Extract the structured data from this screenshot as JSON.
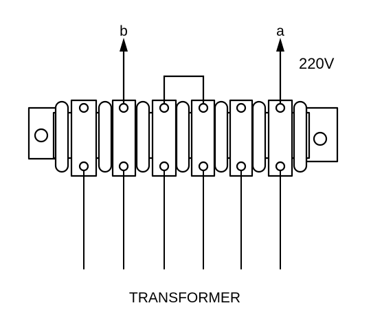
{
  "labels": {
    "terminal_b": "b",
    "terminal_a": "a",
    "voltage": "220V",
    "caption": "TRANSFORMER"
  },
  "colors": {
    "line": "#000000",
    "background": "#ffffff"
  }
}
